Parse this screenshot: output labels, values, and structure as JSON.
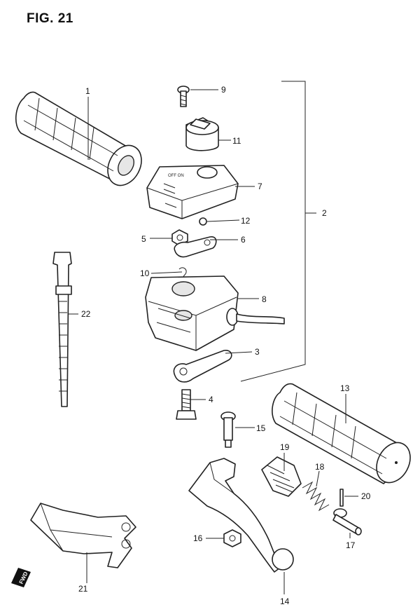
{
  "figure": {
    "title": "FIG. 21",
    "fwd_marker": "FWD"
  },
  "callouts": {
    "c1": "1",
    "c2": "2",
    "c3": "3",
    "c4": "4",
    "c5": "5",
    "c6": "6",
    "c7": "7",
    "c8": "8",
    "c9": "9",
    "c10": "10",
    "c11": "11",
    "c12": "12",
    "c13": "13",
    "c14": "14",
    "c15": "15",
    "c16": "16",
    "c17": "17",
    "c18": "18",
    "c19": "19",
    "c20": "20",
    "c21": "21",
    "c22": "22"
  }
}
